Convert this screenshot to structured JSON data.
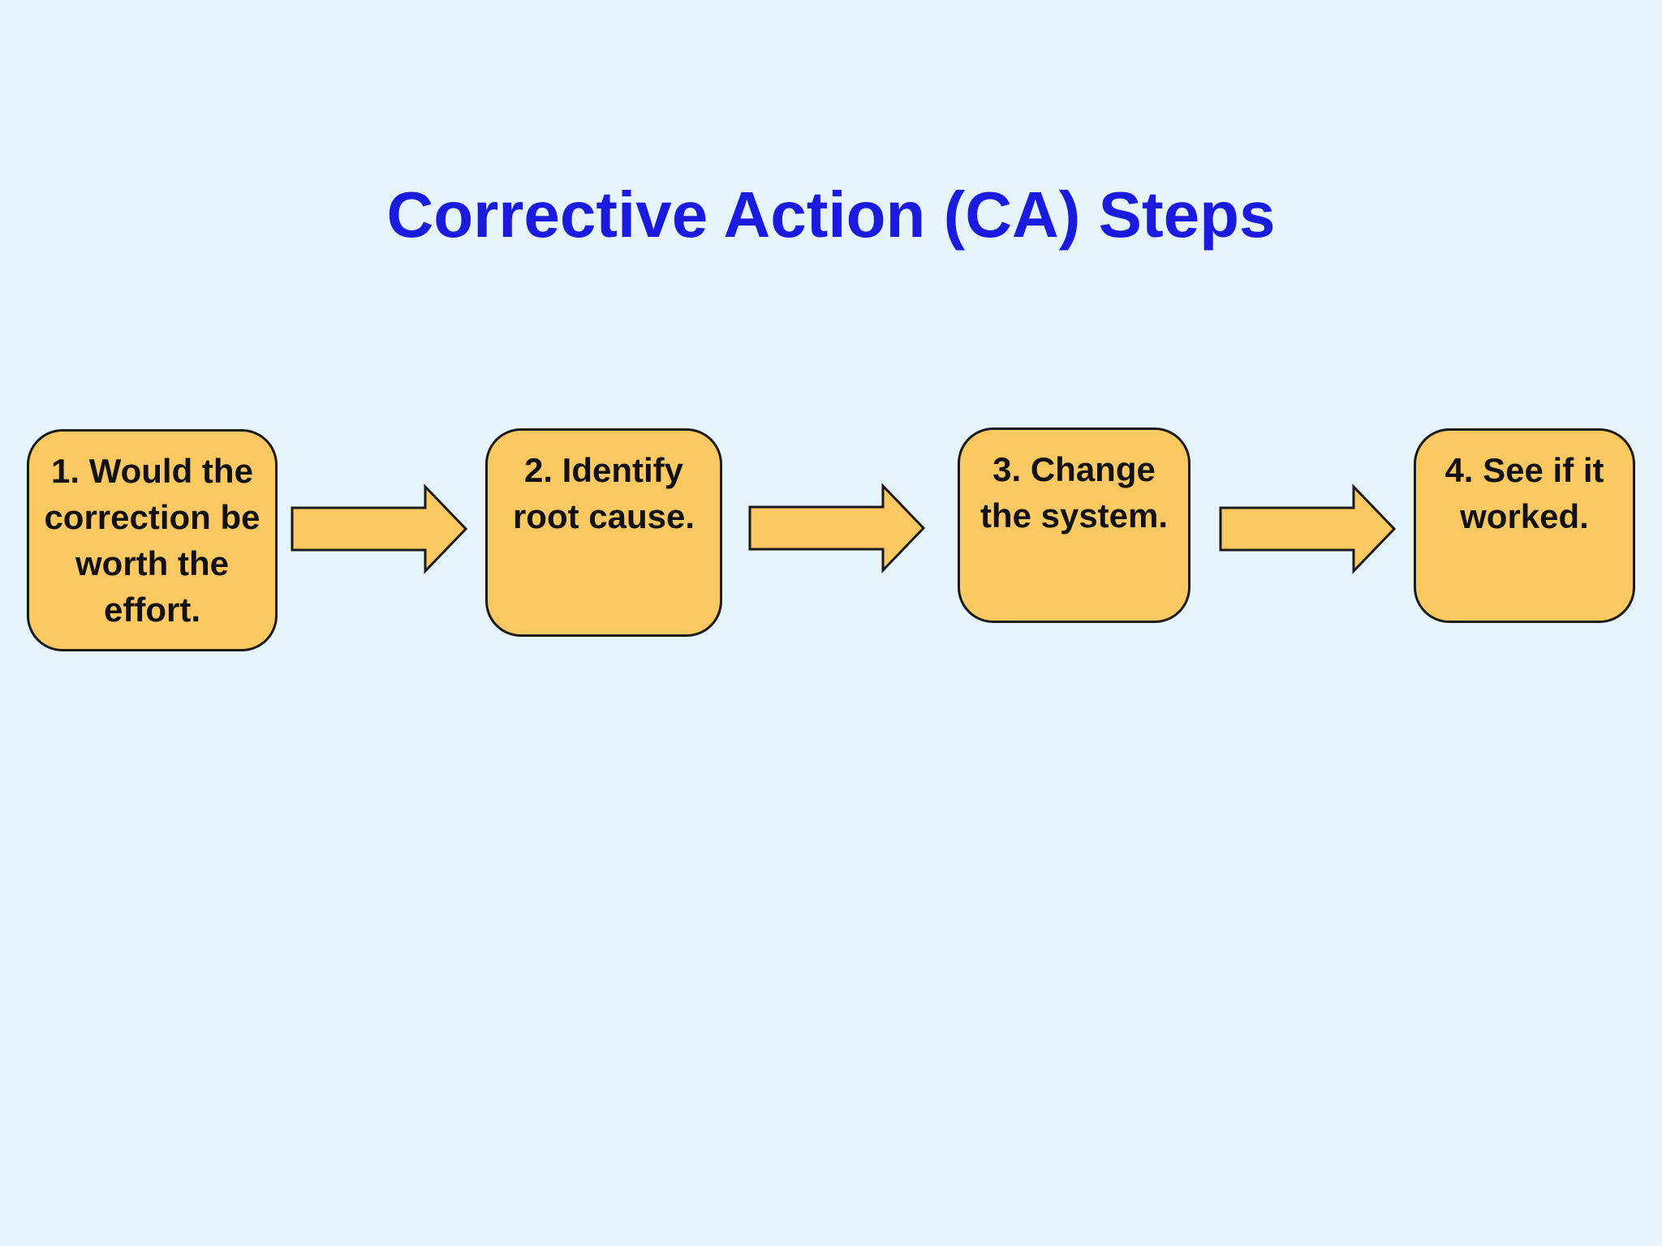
{
  "title": {
    "text": "Corrective Action (CA) Steps"
  },
  "steps": [
    {
      "id": 1,
      "text": "1. Would the\ncorrection be\nworth the\neffort."
    },
    {
      "id": 2,
      "text": "2. Identify\nroot cause."
    },
    {
      "id": 3,
      "text": "3. Change\nthe system."
    },
    {
      "id": 4,
      "text": "4. See if it\nworked."
    }
  ],
  "arrows": [
    {
      "icon": "right-arrow"
    },
    {
      "icon": "right-arrow"
    },
    {
      "icon": "right-arrow"
    }
  ],
  "colors": {
    "background": "#E6F4FC",
    "box_fill": "#FCC862",
    "box_border": "#1A1A1A",
    "arrow_fill": "#FCC862",
    "title_color": "#1B1BDF",
    "text_color": "#111111"
  }
}
